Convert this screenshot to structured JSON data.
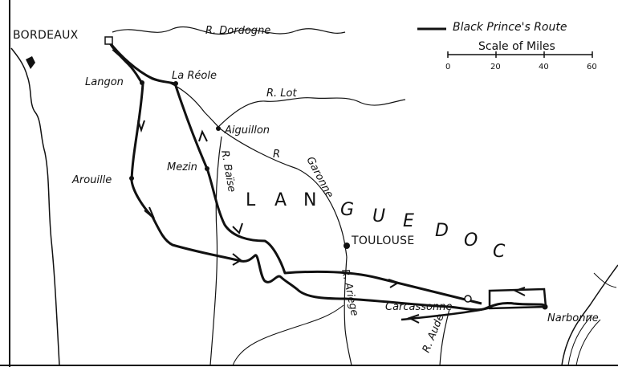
{
  "legend": {
    "route_label": "Black Prince's Route",
    "scale_label": "Scale of Miles",
    "scale_ticks": [
      "0",
      "20",
      "40",
      "60"
    ]
  },
  "towns": {
    "bordeaux": "BORDEAUX",
    "langon": "Langon",
    "lareole": "La Réole",
    "aiguillon": "Aiguillon",
    "mezin": "Mezin",
    "arouille": "Arouille",
    "toulouse": "TOULOUSE",
    "carcassonne": "Carcassonne",
    "narbonne": "Narbonne"
  },
  "rivers": {
    "dordogne": "R. Dordogne",
    "lot": "R. Lot",
    "garonne_r": "R",
    "garonne": "Garonne",
    "baise": "R. Baïse",
    "ariege": "R. Ariège",
    "aude": "R. Aude"
  },
  "region": {
    "l": "L",
    "a": "A",
    "n": "N",
    "g": "G",
    "u": "U",
    "e": "E",
    "d": "D",
    "o": "O",
    "c": "C"
  },
  "colors": {
    "ink": "#111111",
    "paper": "#ffffff"
  }
}
